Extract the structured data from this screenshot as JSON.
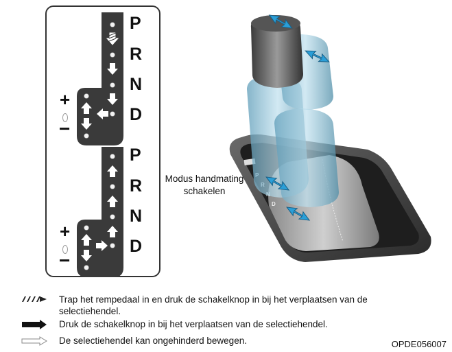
{
  "gates": [
    {
      "id": "top",
      "letters": [
        "P",
        "R",
        "N",
        "D"
      ],
      "plus": "+",
      "minus": "−"
    },
    {
      "id": "bottom",
      "letters": [
        "P",
        "R",
        "N",
        "D"
      ],
      "plus": "+",
      "minus": "−"
    }
  ],
  "callout": {
    "line1": "Modus handmating",
    "line2": "schakelen"
  },
  "legend": [
    {
      "icon": "hatched-arrow-icon",
      "text": "Trap het rempedaal in en druk de schakelknop in bij het verplaatsen van de selectiehendel."
    },
    {
      "icon": "solid-arrow-icon",
      "text": "Druk de schakelknop in bij het verplaatsen van de selectiehendel."
    },
    {
      "icon": "outline-arrow-icon",
      "text": "De selectiehendel kan ongehinderd bewegen."
    }
  ],
  "figure_code": "OPDE056007",
  "colors": {
    "arrow_blue": "#2a9fd8",
    "knob_ghost": "#7fb8d0",
    "gate_fill": "#3a3a3a"
  }
}
